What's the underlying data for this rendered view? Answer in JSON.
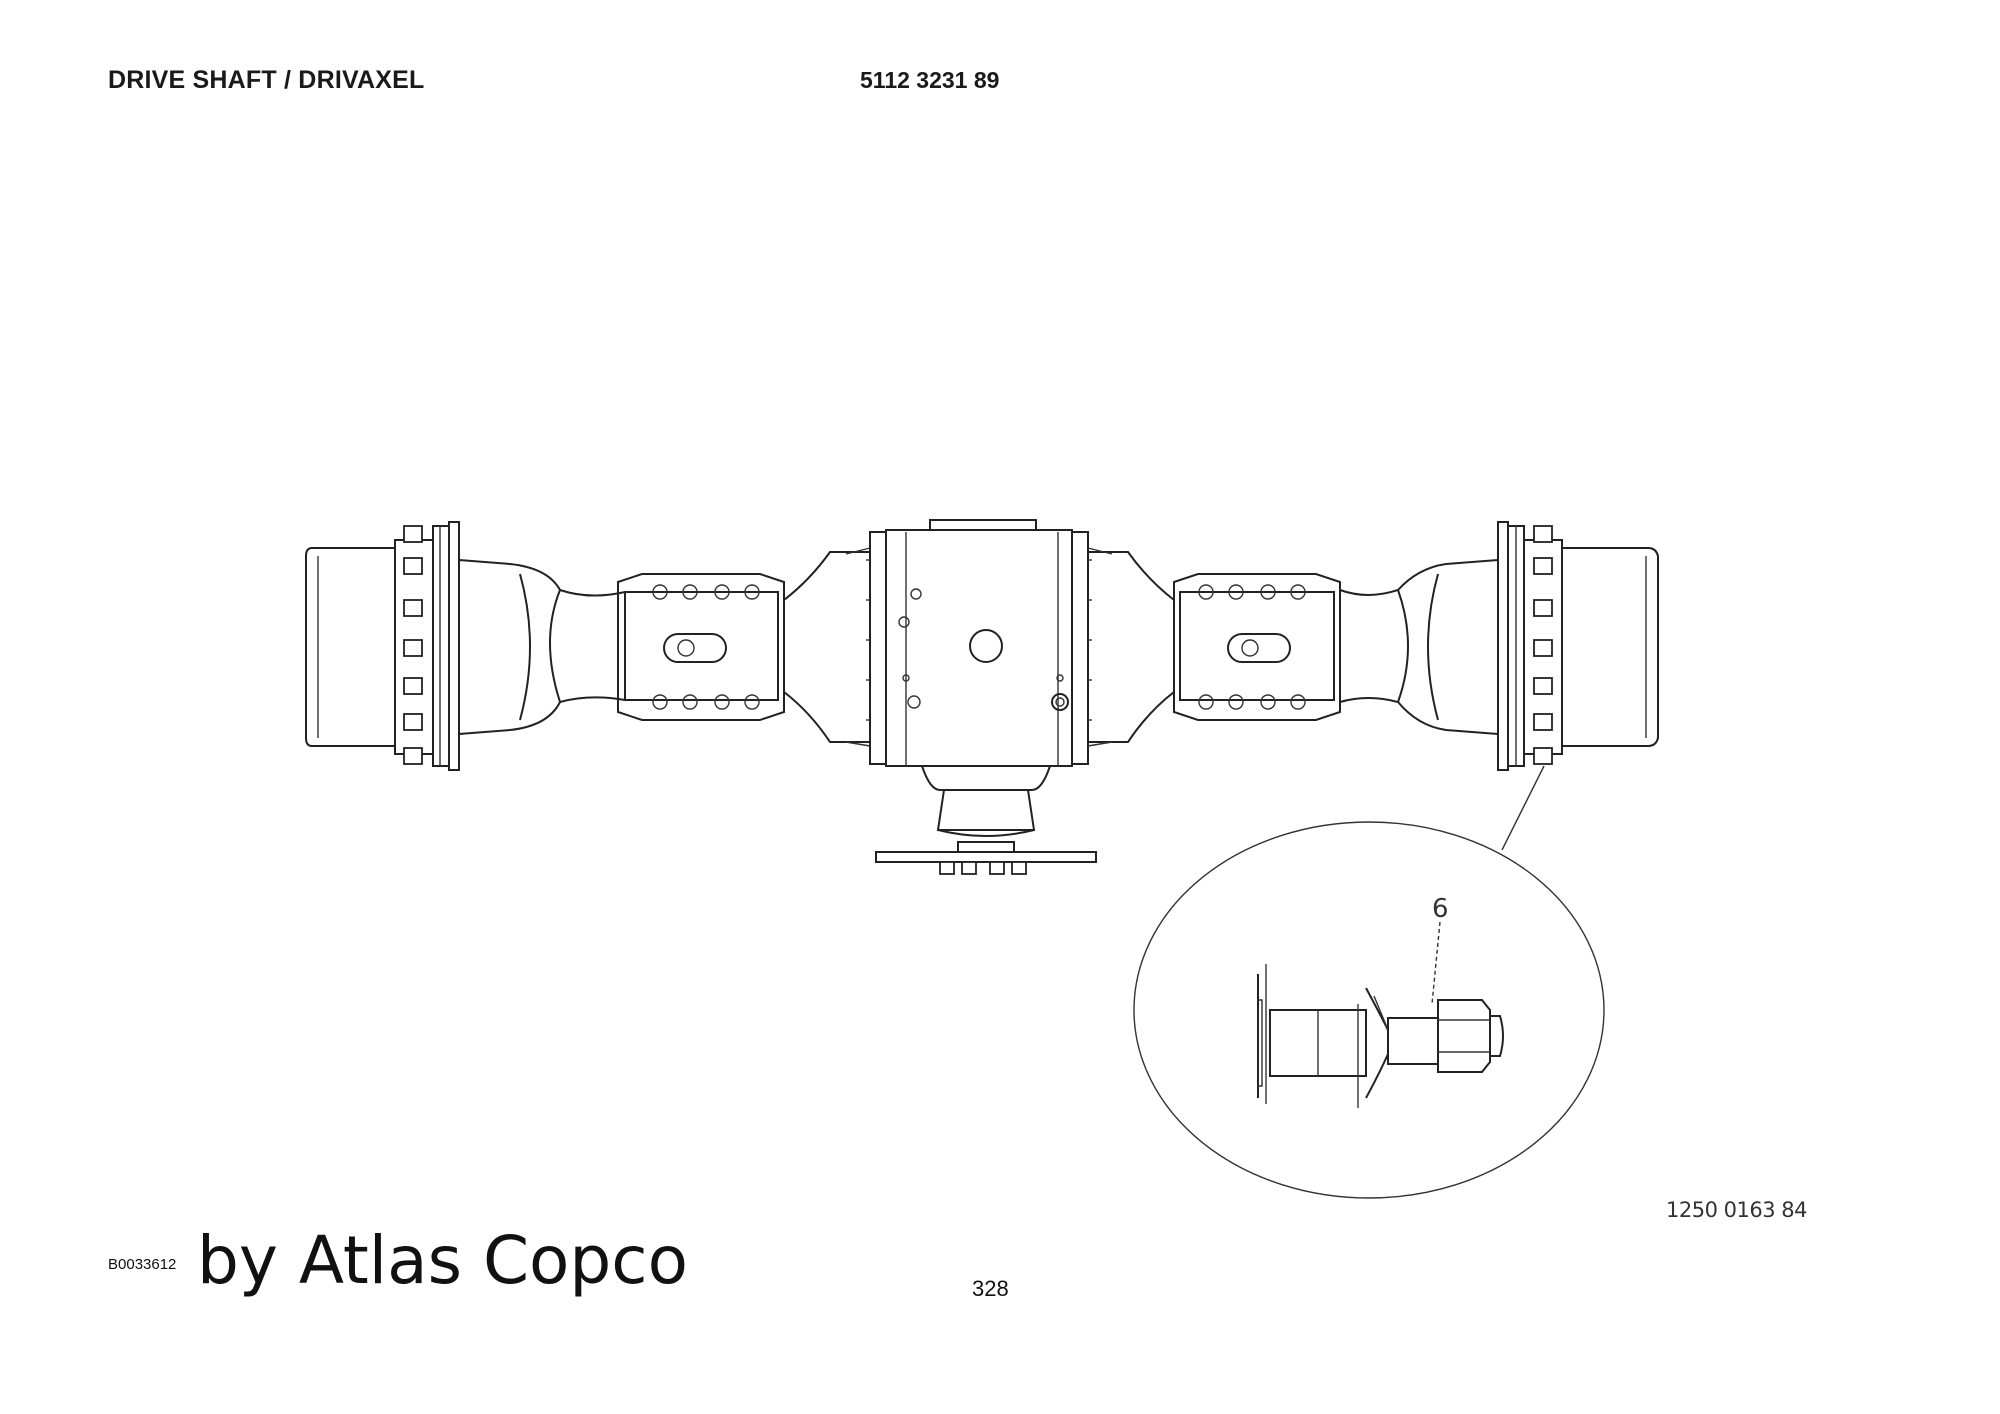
{
  "header": {
    "title": "DRIVE SHAFT / DRIVAXEL",
    "part_number": "5112 3231 89"
  },
  "drawing": {
    "callout_label": "6",
    "drawing_number": "1250 0163 84"
  },
  "footer": {
    "code": "B0033612",
    "brand": "by Atlas Copco",
    "page_number": "328"
  }
}
